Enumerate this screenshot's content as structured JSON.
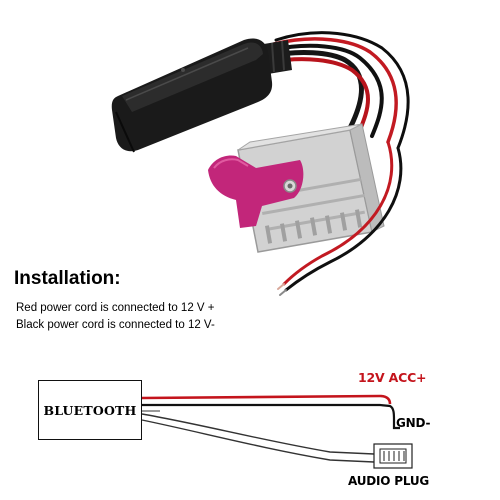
{
  "installation": {
    "heading": "Installation:",
    "line1": "Red power cord is connected to 12 V +",
    "line2": "Black power cord is connected to 12 V-"
  },
  "diagram": {
    "bluetooth_label": "BLUETOOTH",
    "acc_label": "12V ACC+",
    "gnd_label": "GND-",
    "plug_label": "AUDIO PLUG"
  },
  "colors": {
    "red_wire": "#c4141c",
    "black_wire": "#111111",
    "connector_grey": "#cfcfcf",
    "latch_magenta": "#c2267a"
  }
}
